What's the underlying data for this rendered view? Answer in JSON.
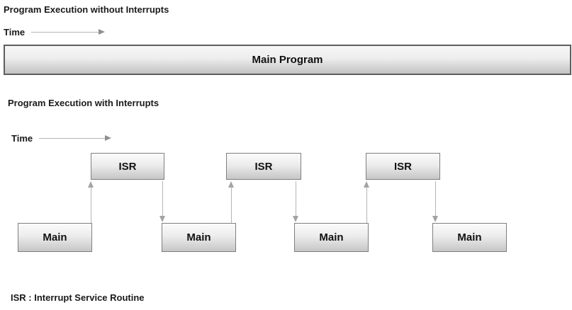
{
  "section_without": {
    "title": "Program Execution without Interrupts",
    "time_label": "Time",
    "main_bar_label": "Main Program"
  },
  "section_with": {
    "title": "Program Execution with Interrupts",
    "time_label": "Time",
    "isr_boxes": [
      "ISR",
      "ISR",
      "ISR"
    ],
    "main_boxes": [
      "Main",
      "Main",
      "Main",
      "Main"
    ]
  },
  "legend": {
    "text": "ISR : Interrupt Service Routine"
  },
  "colors": {
    "background": "#ffffff",
    "text": "#1a1a1a",
    "box_border": "#7f7f7f",
    "bar_border": "#5e5e5e",
    "box_gradient_top": "#fbfbfb",
    "box_gradient_bottom": "#c6c6c6",
    "arrow_line": "#b5b5b5",
    "arrow_head": "#8f8f8f"
  }
}
